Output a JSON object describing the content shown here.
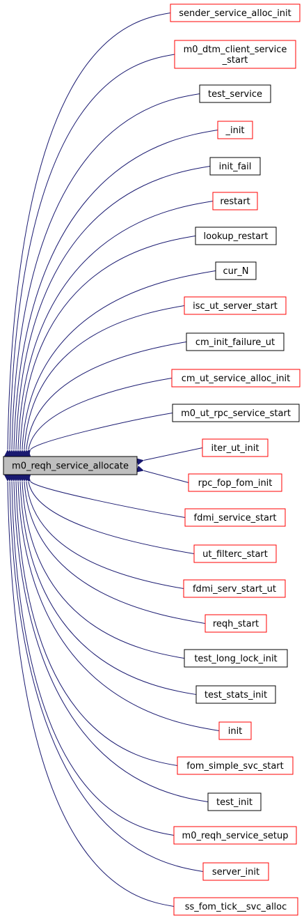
{
  "graph": {
    "root": {
      "label": "m0_reqh_service_allocate",
      "fill": "#bfbfbf",
      "border": "#000000"
    },
    "colors": {
      "edge": "#191970",
      "border_black": "#000000",
      "border_red": "#ff0000"
    },
    "callers": [
      {
        "lines": [
          "sender_service_alloc_init"
        ],
        "border": "red"
      },
      {
        "lines": [
          "m0_dtm_client_service",
          "_start"
        ],
        "border": "red"
      },
      {
        "lines": [
          "test_service"
        ],
        "border": "black"
      },
      {
        "lines": [
          "_init"
        ],
        "border": "red"
      },
      {
        "lines": [
          "init_fail"
        ],
        "border": "black"
      },
      {
        "lines": [
          "restart"
        ],
        "border": "red"
      },
      {
        "lines": [
          "lookup_restart"
        ],
        "border": "black"
      },
      {
        "lines": [
          "cur_N"
        ],
        "border": "black"
      },
      {
        "lines": [
          "isc_ut_server_start"
        ],
        "border": "red"
      },
      {
        "lines": [
          "cm_init_failure_ut"
        ],
        "border": "black"
      },
      {
        "lines": [
          "cm_ut_service_alloc_init"
        ],
        "border": "red"
      },
      {
        "lines": [
          "m0_ut_rpc_service_start"
        ],
        "border": "black"
      },
      {
        "lines": [
          "iter_ut_init"
        ],
        "border": "red"
      },
      {
        "lines": [
          "rpc_fop_fom_init"
        ],
        "border": "red"
      },
      {
        "lines": [
          "fdmi_service_start"
        ],
        "border": "red"
      },
      {
        "lines": [
          "ut_filterc_start"
        ],
        "border": "red"
      },
      {
        "lines": [
          "fdmi_serv_start_ut"
        ],
        "border": "red"
      },
      {
        "lines": [
          "reqh_start"
        ],
        "border": "red"
      },
      {
        "lines": [
          "test_long_lock_init"
        ],
        "border": "black"
      },
      {
        "lines": [
          "test_stats_init"
        ],
        "border": "black"
      },
      {
        "lines": [
          "init"
        ],
        "border": "red"
      },
      {
        "lines": [
          "fom_simple_svc_start"
        ],
        "border": "red"
      },
      {
        "lines": [
          "test_init"
        ],
        "border": "black"
      },
      {
        "lines": [
          "m0_reqh_service_setup"
        ],
        "border": "red"
      },
      {
        "lines": [
          "server_init"
        ],
        "border": "red"
      },
      {
        "lines": [
          "ss_fom_tick__svc_alloc"
        ],
        "border": "red"
      }
    ]
  }
}
